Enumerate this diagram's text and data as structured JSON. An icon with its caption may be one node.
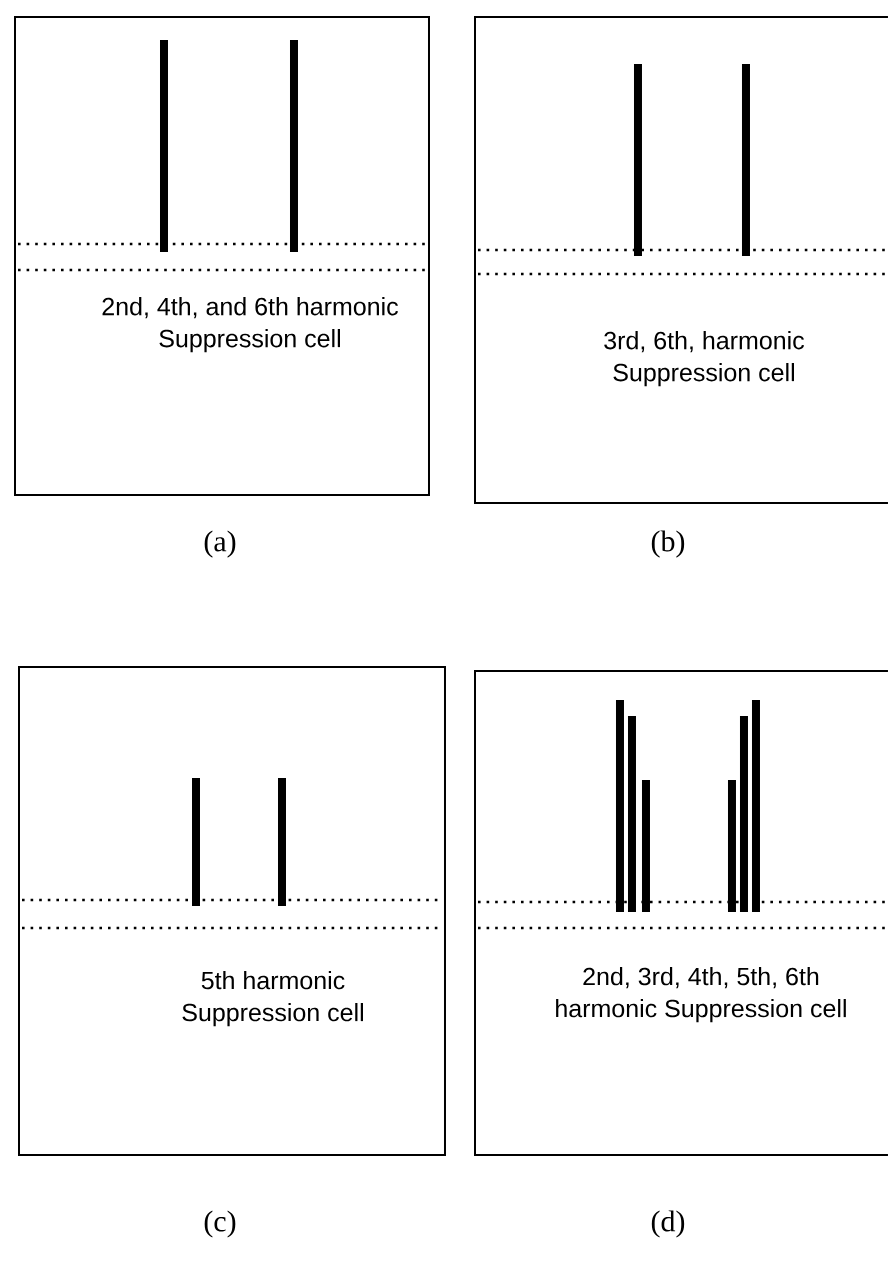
{
  "diagram": {
    "nodes": [
      {
        "text": [
          "2nd, 4th, and 6th harmonic Suppression cell"
        ],
        "beside": [
          "(a)"
        ]
      },
      {
        "text": [
          "3rd, 6th, harmonic Suppression cell"
        ],
        "beside": [
          "(b)"
        ]
      },
      {
        "text": [
          "5th harmonic Suppression cell"
        ],
        "beside": [
          "(c)"
        ]
      },
      {
        "text": [
          "2nd, 3rd, 4th, 5th, 6th harmonic Suppression cell"
        ],
        "beside": [
          "(d)"
        ]
      }
    ]
  }
}
